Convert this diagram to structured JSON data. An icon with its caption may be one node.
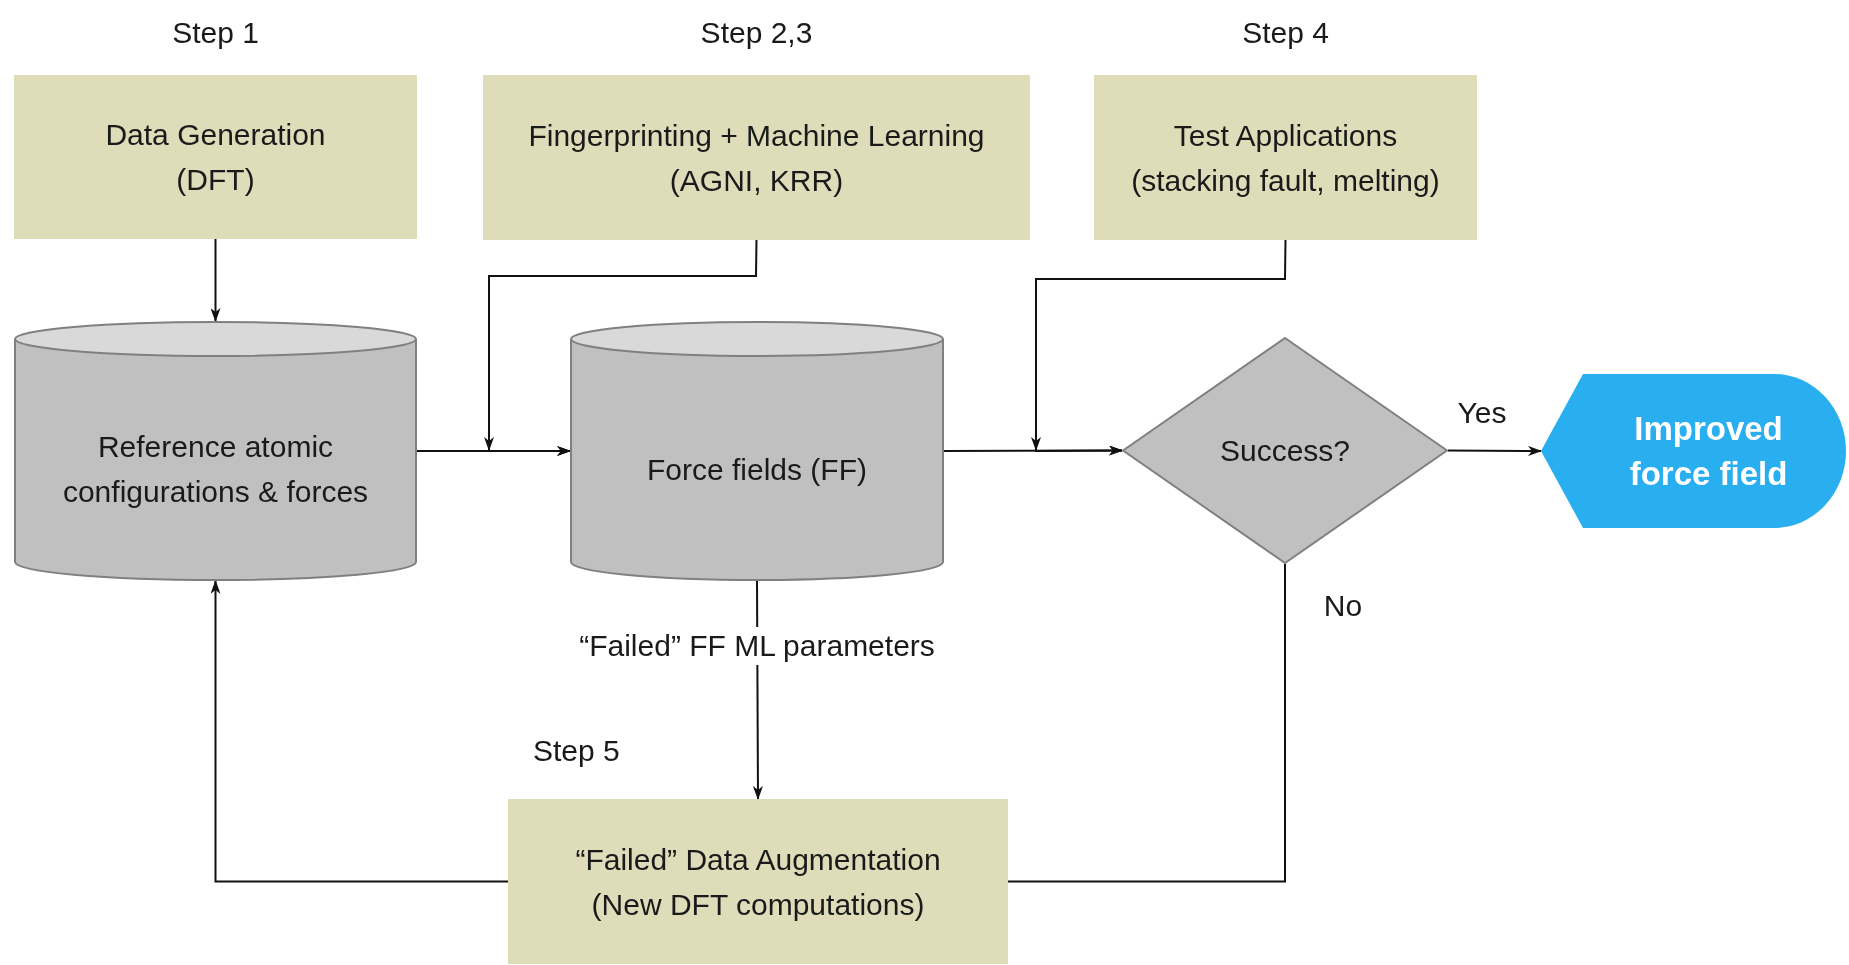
{
  "diagram": {
    "nodes": [
      {
        "text": [
          "Data Generation",
          "(DFT)"
        ],
        "beside": [
          "Step 1"
        ]
      },
      {
        "text": [
          "Fingerprinting + Machine Learning",
          "(AGNI, KRR)"
        ],
        "beside": [
          "Step 2,3"
        ]
      },
      {
        "text": [
          "Test Applications",
          "(stacking fault, melting)"
        ],
        "beside": [
          "Step 4"
        ]
      },
      {
        "text": [
          "Reference atomic configurations & forces"
        ]
      },
      {
        "text": [
          "Force fields (FF)"
        ]
      },
      {
        "text": [
          "Success?"
        ]
      },
      {
        "text": [
          "Improved force field"
        ]
      },
      {
        "text": [
          "“Failed” Data Augmentation",
          "(New DFT computations)"
        ],
        "beside": [
          "Step 5"
        ]
      }
    ],
    "edges": [
      {
        "from": 0,
        "to": 3,
        "arrow": "to"
      },
      {
        "from": 1,
        "to": 4,
        "arrow": "to"
      },
      {
        "from": 3,
        "to": 4,
        "arrow": "to"
      },
      {
        "from": 2,
        "to": 5,
        "arrow": "to"
      },
      {
        "from": 4,
        "to": 5,
        "arrow": "to"
      },
      {
        "from": 5,
        "to": 6,
        "arrow": "to",
        "label": "Yes"
      },
      {
        "from": 5,
        "to": 7,
        "arrow": "none",
        "label": "No"
      },
      {
        "from": 4,
        "to": 7,
        "arrow": "to",
        "label": "“Failed” FF ML parameters"
      },
      {
        "from": 7,
        "to": 3,
        "arrow": "to"
      }
    ]
  }
}
